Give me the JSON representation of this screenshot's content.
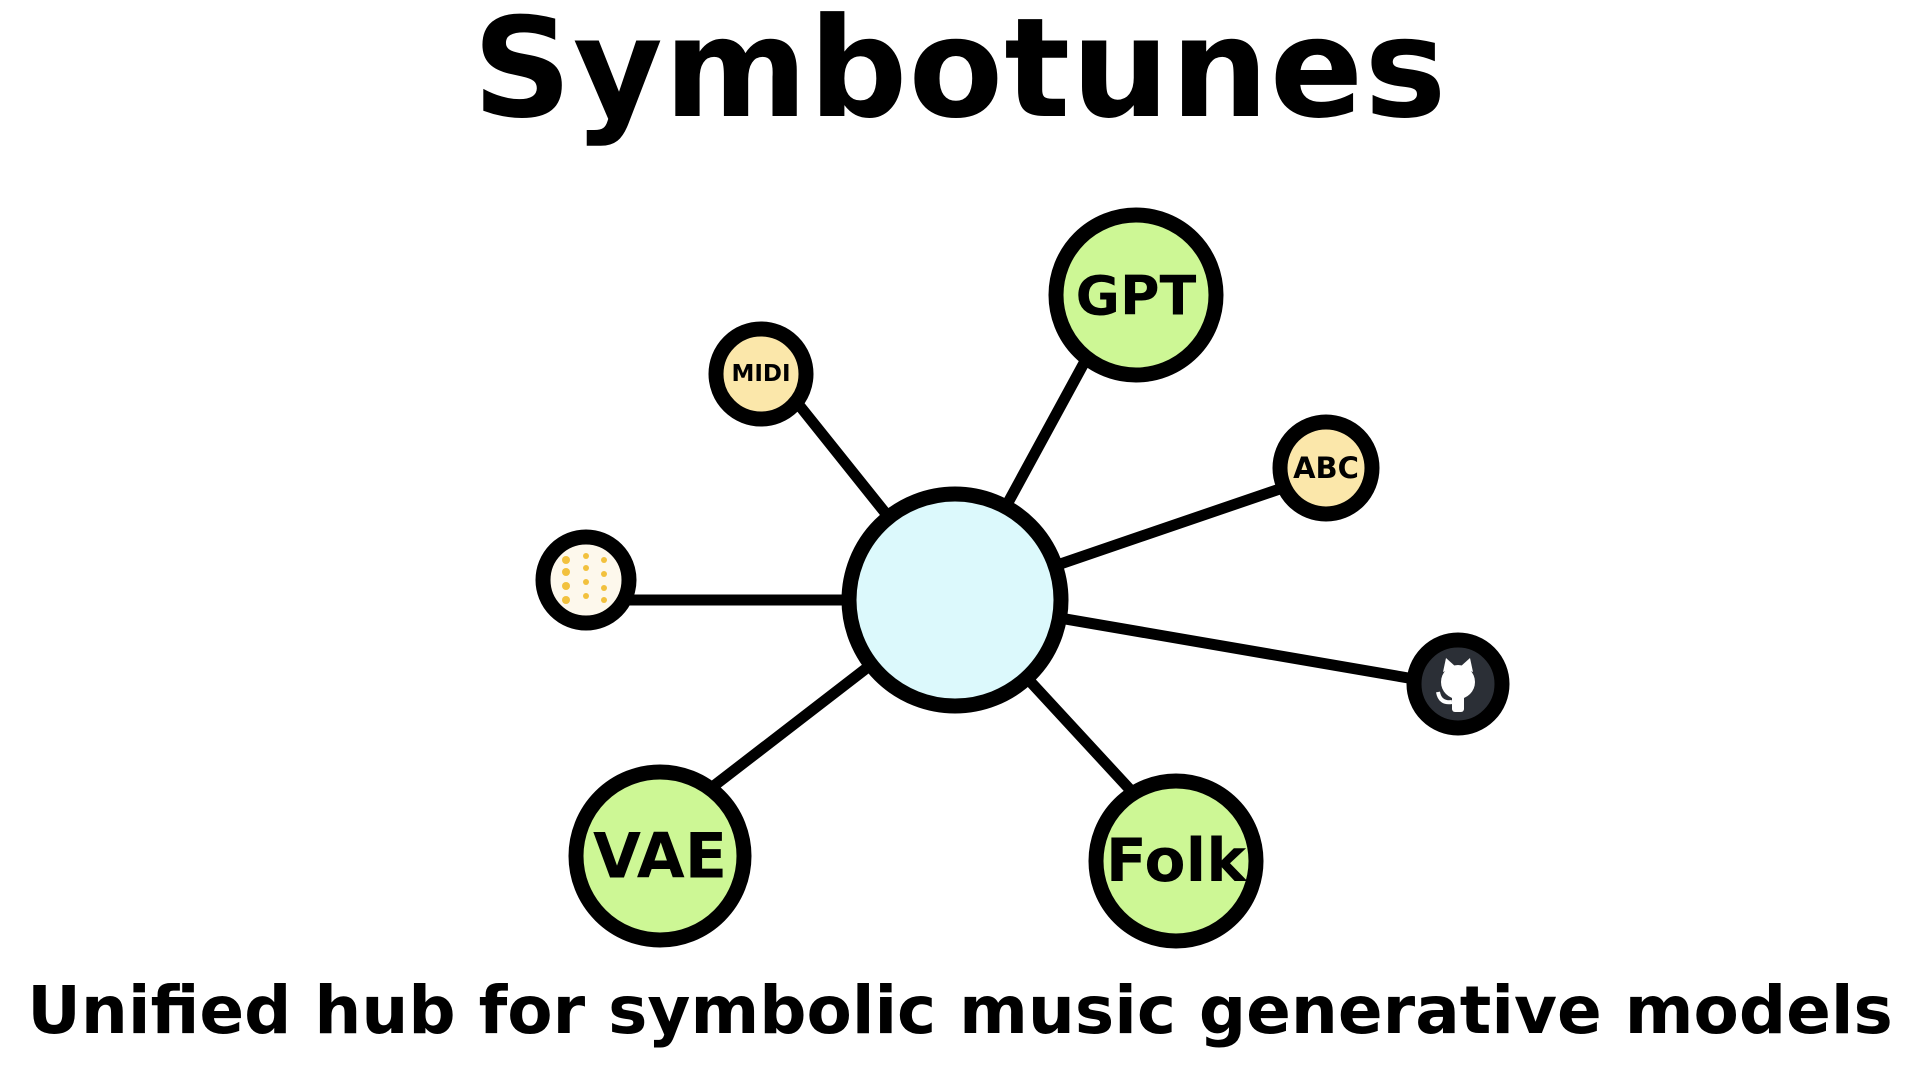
{
  "title": "Symbotunes",
  "subtitle": "Unified hub for symbolic music generative models",
  "colors": {
    "center_fill": "#dcf9fc",
    "model_fill": "#cdf795",
    "format_fill": "#fbe7aa",
    "github_fill": "#2b2f36",
    "dots": "#f2c13d"
  },
  "nodes": {
    "center": {
      "label": ""
    },
    "gpt": {
      "label": "GPT"
    },
    "midi": {
      "label": "MIDI"
    },
    "abc": {
      "label": "ABC"
    },
    "pianoroll": {
      "icon": "dot-grid-icon"
    },
    "github": {
      "icon": "github-icon"
    },
    "vae": {
      "label": "VAE"
    },
    "folk": {
      "label": "Folk"
    }
  }
}
